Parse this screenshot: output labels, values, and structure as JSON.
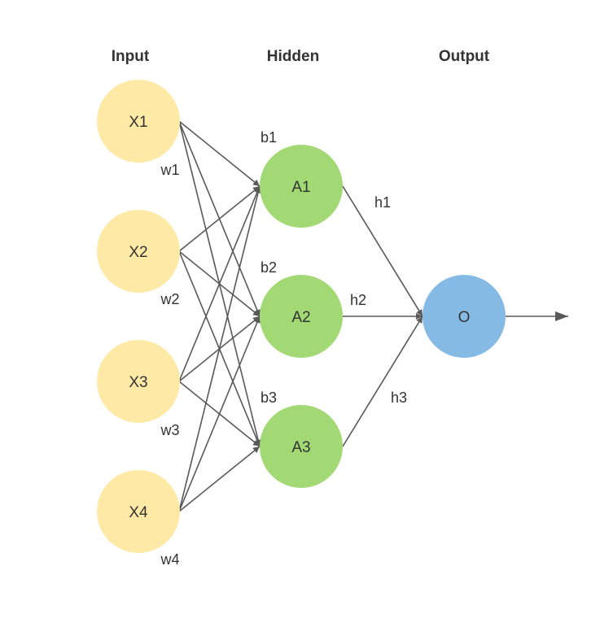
{
  "headers": {
    "input": "Input",
    "hidden": "Hidden",
    "output": "Output"
  },
  "nodes": {
    "inputs": [
      {
        "label": "X1",
        "weight": "w1"
      },
      {
        "label": "X2",
        "weight": "w2"
      },
      {
        "label": "X3",
        "weight": "w3"
      },
      {
        "label": "X4",
        "weight": "w4"
      }
    ],
    "hidden": [
      {
        "label": "A1",
        "bias": "b1",
        "out": "h1"
      },
      {
        "label": "A2",
        "bias": "b2",
        "out": "h2"
      },
      {
        "label": "A3",
        "bias": "b3",
        "out": "h3"
      }
    ],
    "output": {
      "label": "O"
    }
  },
  "colors": {
    "input": "#FFE9A6",
    "hidden": "#A2D974",
    "output": "#85BAE5",
    "edge": "#595959",
    "text": "#333333"
  }
}
